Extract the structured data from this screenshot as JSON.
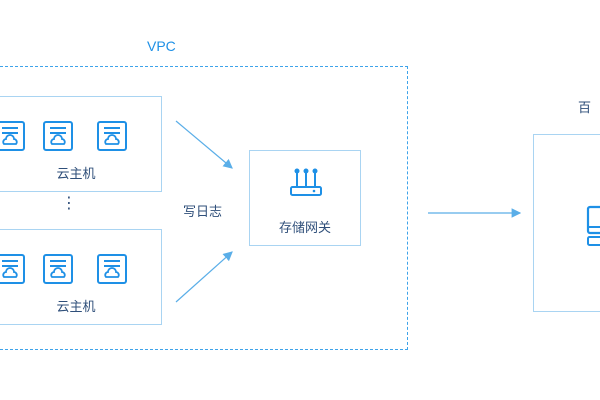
{
  "vpc": {
    "label": "VPC"
  },
  "host_groups": [
    {
      "label": "云主机",
      "icons": [
        "cloud-host-icon",
        "cloud-host-icon",
        "cloud-host-icon"
      ]
    },
    {
      "label": "云主机",
      "icons": [
        "cloud-host-icon",
        "cloud-host-icon",
        "cloud-host-icon"
      ]
    }
  ],
  "ellipsis": "⋮",
  "edge_label": "写日志",
  "gateway": {
    "label": "存储网关",
    "icon": "router-icon"
  },
  "right_node": {
    "label": "百",
    "icon": "monitor-icon"
  },
  "colors": {
    "accent": "#1e90e6",
    "border": "#a9d4f2",
    "text": "#2f4f7a",
    "arrow": "#5aaee8"
  }
}
